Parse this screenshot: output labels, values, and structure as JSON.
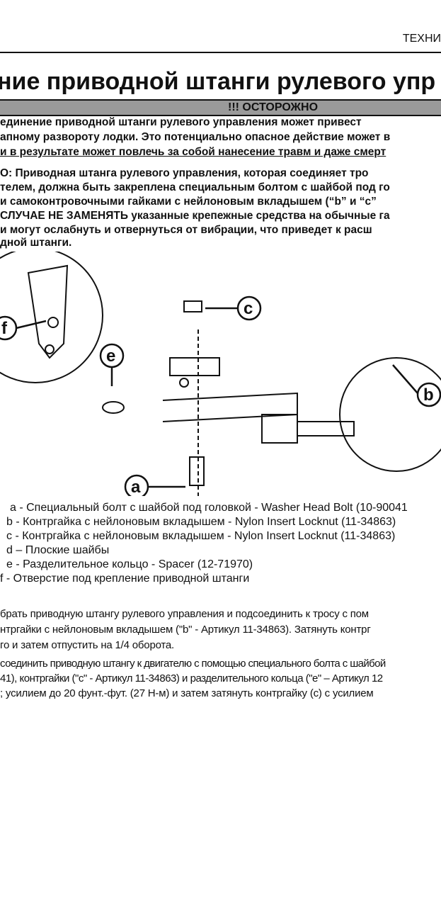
{
  "header": {
    "section": "ТЕХНИ"
  },
  "title": "ние приводной штанги рулевого упр",
  "warning": {
    "label": "!!! ОСТОРОЖНО",
    "lines": [
      "единение приводной штанги рулевого управления может привест",
      "апному развороту лодки. Это потенциально опасное действие может в",
      "и в результате может повлечь за собой нанесение травм и даже смерт"
    ]
  },
  "note": {
    "lines": [
      "О: Приводная штанга рулевого управления, которая соединяет тро",
      "телем, должна быть закреплена специальным болтом с шайбой под го",
      " и самоконтровочными гайками с нейлоновым вкладышем (“b” и “c”"
    ],
    "bold_prefix": "СЛУЧАЕ НЕ ЗАМЕНЯТЬ",
    "line4_rest": " указанные крепежные средства на обычные га",
    "lines2": [
      "и могут ослабнуть и отвернуться от вибрации, что приведет к расш",
      "дной штанги."
    ]
  },
  "diagram": {
    "callouts": [
      "a",
      "b",
      "c",
      "e",
      "f"
    ]
  },
  "legend": [
    "a - Специальный болт с шайбой под головкой - Washer Head Bolt (10-90041",
    "b - Контргайка с нейлоновым вкладышем - Nylon Insert Locknut (11-34863)",
    "c - Контргайка с нейлоновым вкладышем - Nylon Insert Locknut (11-34863)",
    "d – Плоские шайбы",
    "e - Разделительное кольцо - Spacer (12-71970)",
    "f - Отверстие под крепление приводной штанги"
  ],
  "steps": [
    [
      "брать приводную штангу рулевого управления и подсоединить к тросу с пом",
      "нтргайки с нейлоновым вкладышем (\"b\" - Артикул 11-34863).  Затянуть контрг",
      "го и затем отпустить на 1/4  оборота."
    ],
    [
      "соединить приводную штангу к двигателю с помощью специального болта с шайбой",
      "41), контргайки (\"c\" - Артикул 11-34863) и разделительного кольца (\"e\" – Артикул 12",
      "; усилием до 20 фунт.-фут. (27 Н-м) и затем затянуть контргайку (c) с усилием"
    ]
  ]
}
